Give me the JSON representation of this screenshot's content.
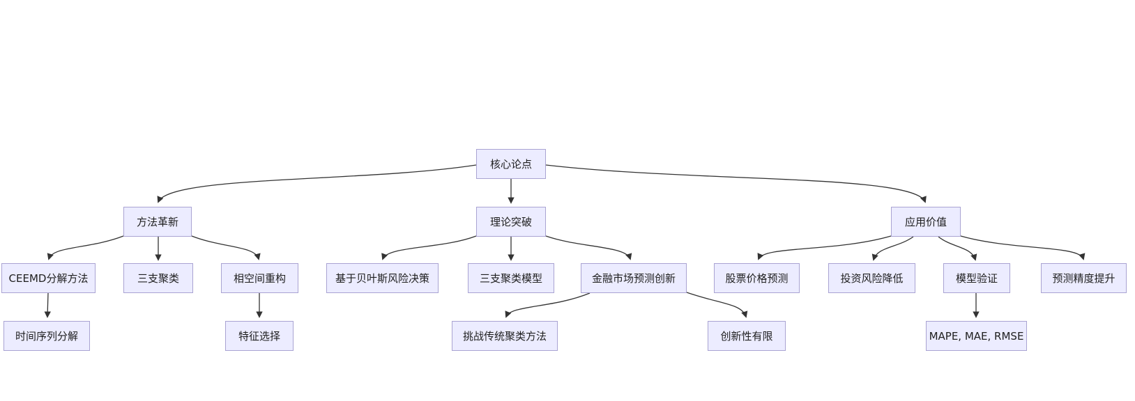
{
  "diagram": {
    "type": "flowchart",
    "direction": "top-down",
    "title_node": "核心论点",
    "nodes": [
      {
        "id": "core-thesis",
        "label": "核心论点",
        "level": 1
      },
      {
        "id": "method-innovation",
        "label": "方法革新",
        "level": 2
      },
      {
        "id": "theory-breakthrough",
        "label": "理论突破",
        "level": 2
      },
      {
        "id": "application-value",
        "label": "应用价值",
        "level": 2
      },
      {
        "id": "ceemd-decomposition",
        "label": "CEEMD分解方法",
        "level": 3
      },
      {
        "id": "three-way-clustering",
        "label": "三支聚类",
        "level": 3
      },
      {
        "id": "phase-space-reconstruction",
        "label": "相空间重构",
        "level": 3
      },
      {
        "id": "bayesian-risk-decision",
        "label": "基于贝叶斯风险决策",
        "level": 3
      },
      {
        "id": "three-way-clustering-model",
        "label": "三支聚类模型",
        "level": 3
      },
      {
        "id": "financial-market-forecast-innovation",
        "label": "金融市场预测创新",
        "level": 3
      },
      {
        "id": "stock-price-prediction",
        "label": "股票价格预测",
        "level": 3
      },
      {
        "id": "investment-risk-reduction",
        "label": "投资风险降低",
        "level": 3
      },
      {
        "id": "model-validation",
        "label": "模型验证",
        "level": 3
      },
      {
        "id": "forecast-accuracy-improvement",
        "label": "预测精度提升",
        "level": 3
      },
      {
        "id": "time-series-decomposition",
        "label": "时间序列分解",
        "level": 4
      },
      {
        "id": "feature-selection",
        "label": "特征选择",
        "level": 4
      },
      {
        "id": "challenge-traditional-clustering",
        "label": "挑战传统聚类方法",
        "level": 4
      },
      {
        "id": "limited-innovation",
        "label": "创新性有限",
        "level": 4
      },
      {
        "id": "evaluation-metrics",
        "label": "MAPE, MAE, RMSE",
        "level": 4
      }
    ],
    "edges": [
      {
        "from": "core-thesis",
        "to": "method-innovation"
      },
      {
        "from": "core-thesis",
        "to": "theory-breakthrough"
      },
      {
        "from": "core-thesis",
        "to": "application-value"
      },
      {
        "from": "method-innovation",
        "to": "ceemd-decomposition"
      },
      {
        "from": "method-innovation",
        "to": "three-way-clustering"
      },
      {
        "from": "method-innovation",
        "to": "phase-space-reconstruction"
      },
      {
        "from": "theory-breakthrough",
        "to": "bayesian-risk-decision"
      },
      {
        "from": "theory-breakthrough",
        "to": "three-way-clustering-model"
      },
      {
        "from": "theory-breakthrough",
        "to": "financial-market-forecast-innovation"
      },
      {
        "from": "application-value",
        "to": "stock-price-prediction"
      },
      {
        "from": "application-value",
        "to": "investment-risk-reduction"
      },
      {
        "from": "application-value",
        "to": "model-validation"
      },
      {
        "from": "application-value",
        "to": "forecast-accuracy-improvement"
      },
      {
        "from": "ceemd-decomposition",
        "to": "time-series-decomposition"
      },
      {
        "from": "phase-space-reconstruction",
        "to": "feature-selection"
      },
      {
        "from": "financial-market-forecast-innovation",
        "to": "challenge-traditional-clustering"
      },
      {
        "from": "financial-market-forecast-innovation",
        "to": "limited-innovation"
      },
      {
        "from": "model-validation",
        "to": "evaluation-metrics"
      }
    ],
    "colors": {
      "node_fill": "#ECECFF",
      "node_border": "#A9A3D2",
      "edge": "#333333",
      "text": "#1F1F1F",
      "bg": "#FFFFFF"
    }
  }
}
